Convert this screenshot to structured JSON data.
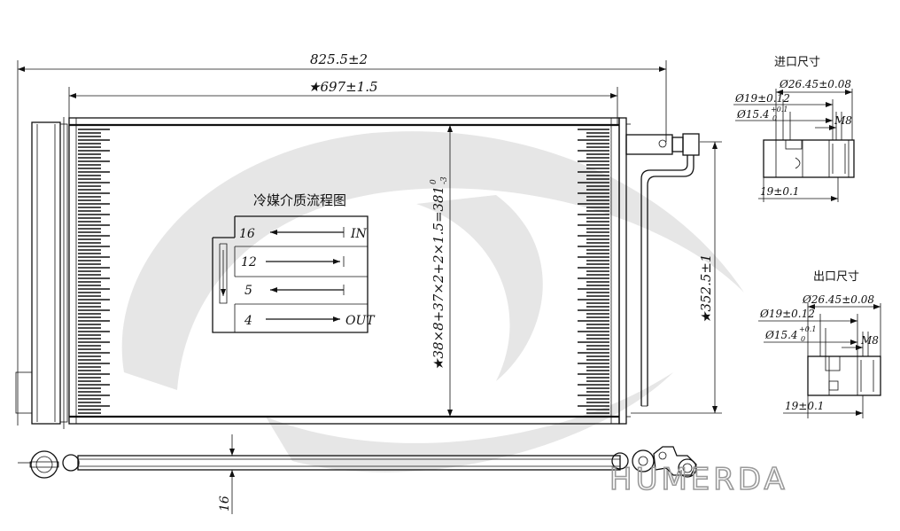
{
  "dimensions": {
    "overall_width": "825.5±2",
    "core_width": "★697±1.5",
    "core_height_spec": "★38×8+37×2+2×1.5=381",
    "core_height_tol_upper": "0",
    "core_height_tol_lower": "-3",
    "height": "★352.5±1",
    "thickness": "16"
  },
  "flow_diagram": {
    "title": "冷媒介质流程图",
    "passes": [
      {
        "count": "16",
        "label": "IN"
      },
      {
        "count": "12",
        "label": ""
      },
      {
        "count": "5",
        "label": ""
      },
      {
        "count": "4",
        "label": "OUT"
      }
    ]
  },
  "inlet": {
    "title": "进口尺寸",
    "d_outer": "Ø26.45±0.08",
    "d_mid": "Ø19±0.12",
    "d_inner": "Ø15.4",
    "d_inner_tol_upper": "+0.1",
    "d_inner_tol_lower": "0",
    "thread": "M8",
    "offset": "19±0.1"
  },
  "outlet": {
    "title": "出口尺寸",
    "d_outer": "Ø26.45±0.08",
    "d_mid": "Ø19±0.12",
    "d_inner": "Ø15.4",
    "d_inner_tol_upper": "+0.1",
    "d_inner_tol_lower": "0",
    "thread": "M8",
    "offset": "19±0.1"
  },
  "watermark": "HUMERDA"
}
